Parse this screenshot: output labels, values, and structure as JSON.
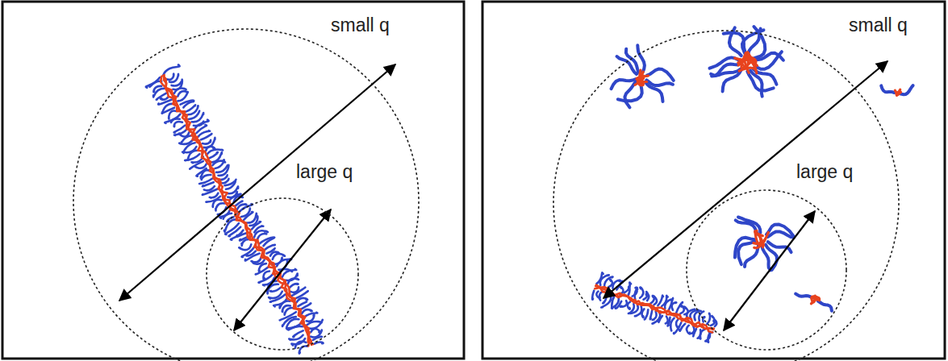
{
  "diagram": {
    "nodes": [
      {
        "text": [
          "small q"
        ]
      },
      {
        "text": [
          "large q"
        ],
        "in": 0
      },
      {
        "text": [
          "small q"
        ]
      },
      {
        "text": [
          "large q"
        ],
        "in": 2
      }
    ]
  }
}
